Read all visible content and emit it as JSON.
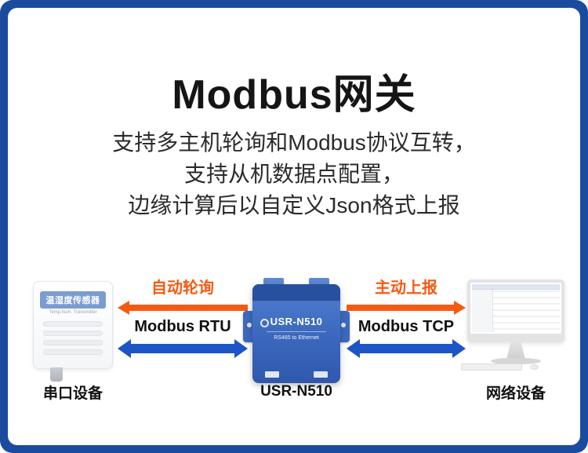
{
  "page": {
    "title": "Modbus网关",
    "subtitle_lines": [
      "支持多主机轮询和Modbus协议互转，",
      "支持从机数据点配置，",
      "边缘计算后以自定义Json格式上报"
    ]
  },
  "diagram": {
    "left_device": {
      "band_label": "温湿度传感器",
      "band_sublabel": "Temp.hum. Transmitter",
      "caption": "串口设备"
    },
    "center_device": {
      "model": "USR-N510",
      "sub": "RS485 to Ethernet",
      "caption": "USR-N510"
    },
    "right_device": {
      "caption": "网络设备"
    },
    "left_link": {
      "top_label": "自动轮询",
      "bottom_label": "Modbus RTU"
    },
    "right_link": {
      "top_label": "主动上报",
      "bottom_label": "Modbus TCP"
    }
  },
  "colors": {
    "frame_blue": "#1a4b9e",
    "accent_orange": "#f55a11",
    "arrow_blue": "#1d55c6",
    "device_blue": "#3a67bd"
  }
}
